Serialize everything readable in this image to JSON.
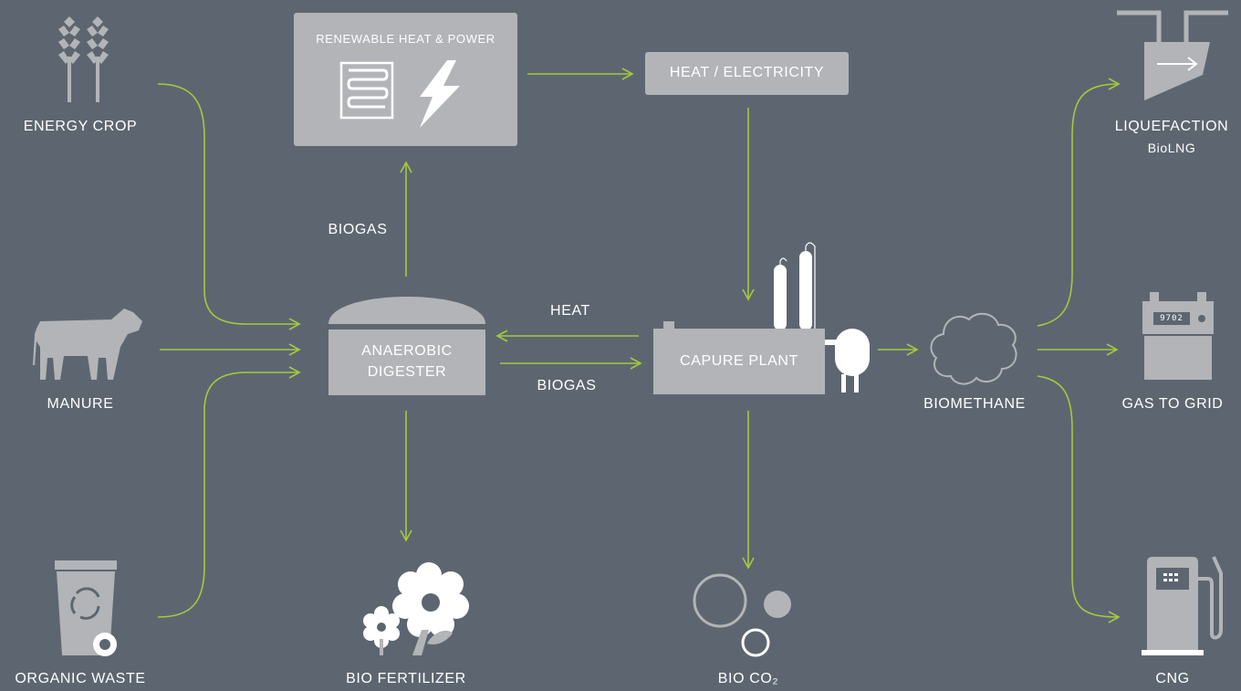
{
  "colors": {
    "background": "#5d6670",
    "arrow": "#a4c93f",
    "icon": "#b2b4b8",
    "text": "#ffffff"
  },
  "inputs": {
    "energy_crop": "ENERGY CROP",
    "manure": "MANURE",
    "organic_waste": "ORGANIC WASTE"
  },
  "chp": {
    "title": "RENEWABLE HEAT & POWER",
    "icons": [
      "radiator-icon",
      "lightning-icon"
    ]
  },
  "heat_electricity": "HEAT / ELECTRICITY",
  "digester": {
    "line1": "ANAEROBIC",
    "line2": "DIGESTER"
  },
  "capture_plant": "CAPURE PLANT",
  "flows": {
    "biogas_up": "BIOGAS",
    "heat": "HEAT",
    "biogas_right": "BIOGAS"
  },
  "outputs": {
    "bio_fertilizer": "BIO FERTILIZER",
    "bio_co2": "BIO CO₂",
    "biomethane": "BIOMETHANE",
    "liquefaction": "LIQUEFACTION",
    "biolng": "BioLNG",
    "gas_to_grid": "GAS TO GRID",
    "cng": "CNG"
  },
  "meter_display": "9702"
}
